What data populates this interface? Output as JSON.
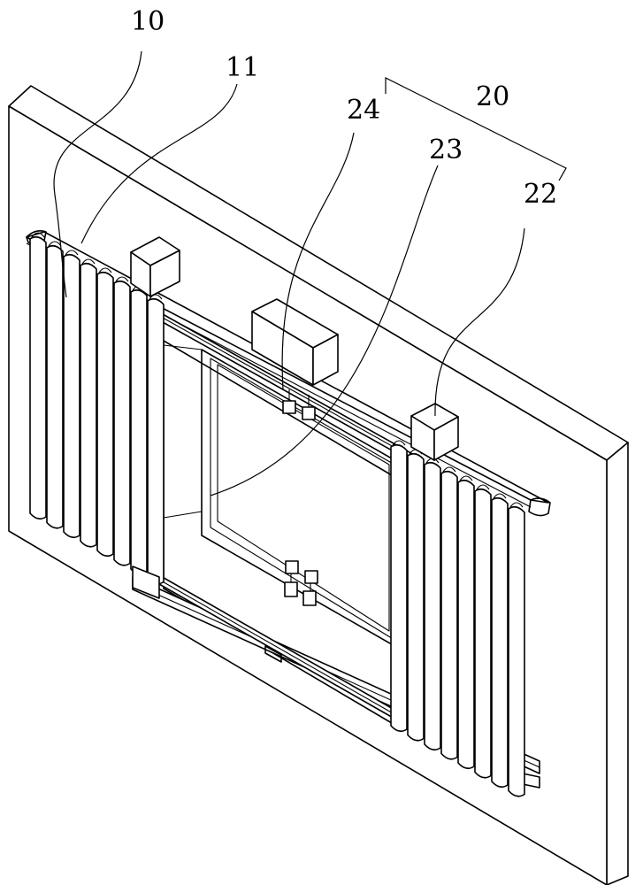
{
  "labels": {
    "l10": "10",
    "l11": "11",
    "l24": "24",
    "l20": "20",
    "l23": "23",
    "l22": "22"
  }
}
